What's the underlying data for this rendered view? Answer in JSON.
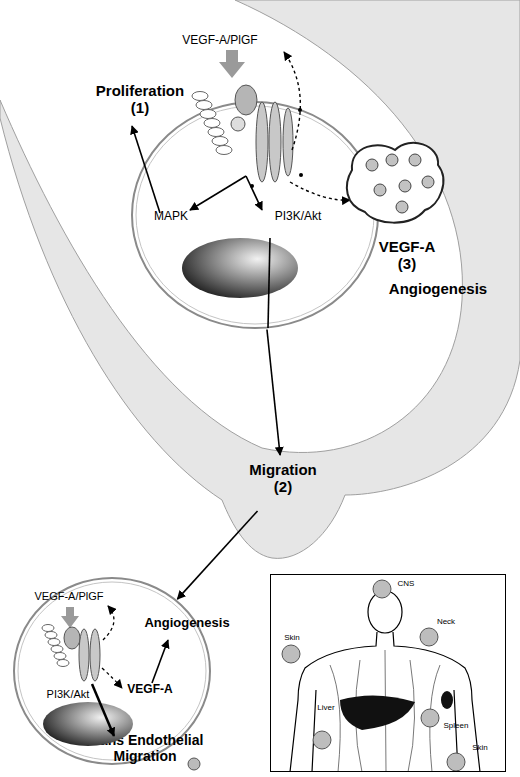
{
  "diagram": {
    "nodes": [
      {
        "text": [
          "MAPK",
          "PI3K/Akt"
        ]
      },
      {
        "text": [
          "Migration (2)"
        ]
      },
      {
        "text": [
          "PI3K/Akt"
        ]
      },
      {
        "text": [
          "CNS",
          "Neck",
          "Skin",
          "Liver",
          "Spleen",
          "Skin"
        ]
      }
    ],
    "edges": [
      {
        "from": 0,
        "to": 1,
        "arrow": "to"
      },
      {
        "from": 1,
        "to": 2,
        "arrow": "to"
      }
    ],
    "labels": [
      "VEGF-A/PlGF",
      "Proliferation (1)",
      "VEGF-A (3)",
      "Angiogenesis",
      "VEGF-A/PlGF",
      "Angiogenesis",
      "VEGF-A",
      "Trans Endothelial Migration"
    ]
  }
}
